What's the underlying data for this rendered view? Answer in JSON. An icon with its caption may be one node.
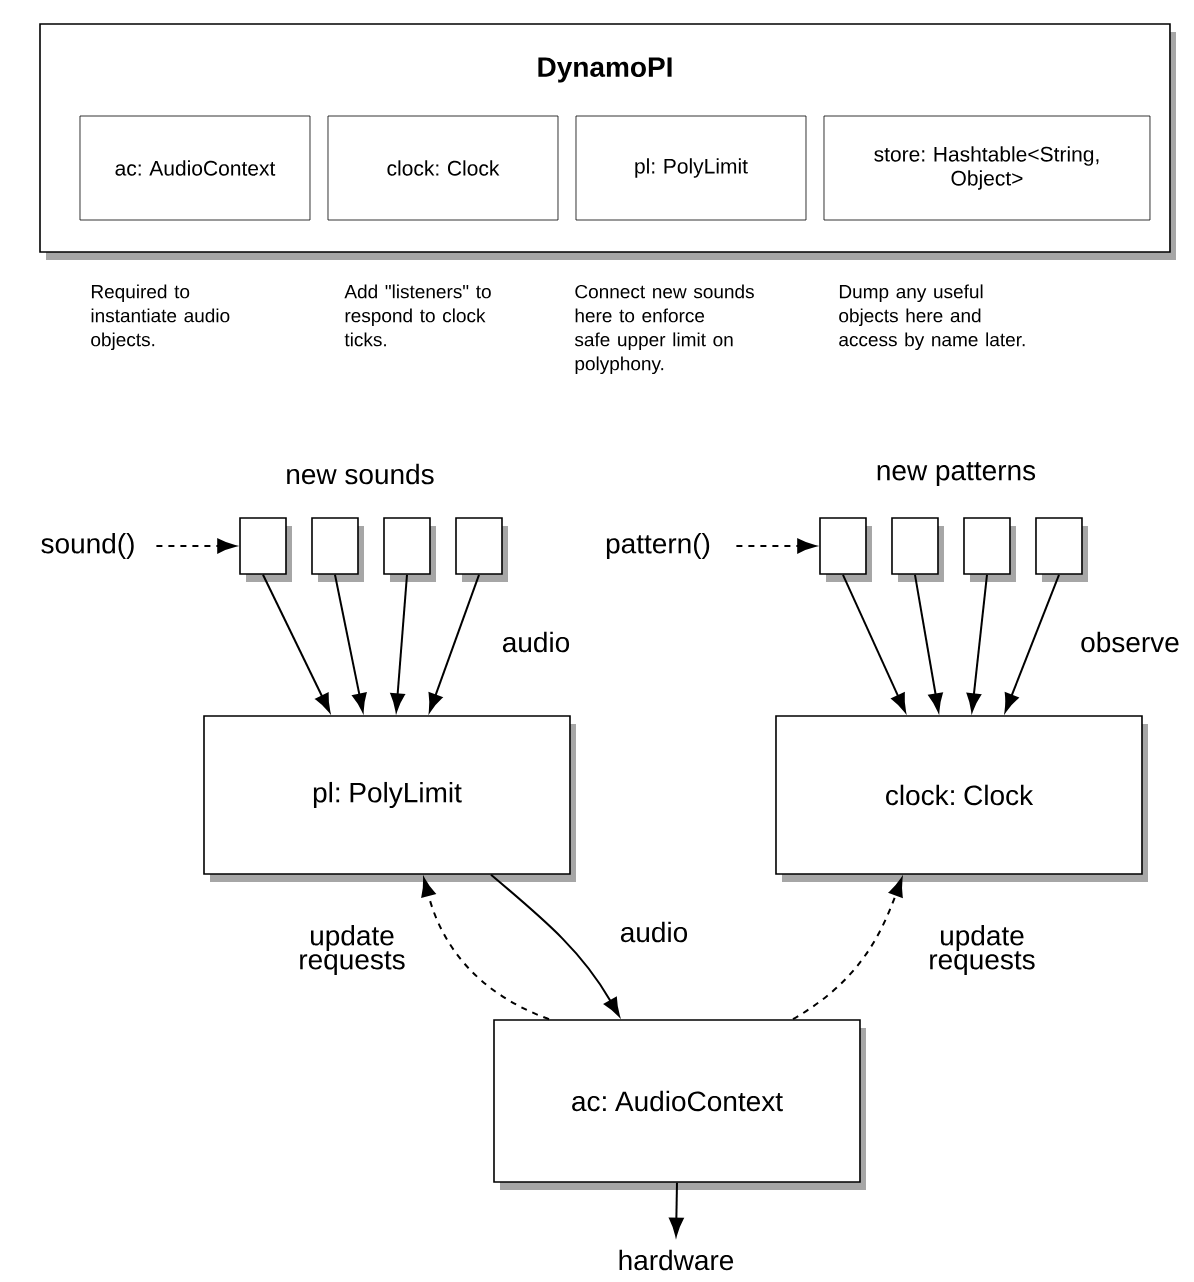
{
  "diagram": {
    "nodes": [
      {
        "text": [
          "DynamoPI"
        ]
      },
      {
        "text": [
          "ac: AudioContext"
        ],
        "in": 0
      },
      {
        "text": [
          "clock: Clock"
        ],
        "in": 0
      },
      {
        "text": [
          "pl: PolyLimit"
        ],
        "in": 0
      },
      {
        "text": [
          "store: Hashtable<String, Object>"
        ],
        "in": 0
      },
      {
        "text": [
          "sound()"
        ]
      },
      {
        "text": [],
        "shape": "box"
      },
      {
        "text": [],
        "shape": "box"
      },
      {
        "text": [],
        "shape": "box"
      },
      {
        "text": [],
        "shape": "box"
      },
      {
        "text": [
          "pattern()"
        ]
      },
      {
        "text": [],
        "shape": "box"
      },
      {
        "text": [],
        "shape": "box"
      },
      {
        "text": [],
        "shape": "box"
      },
      {
        "text": [],
        "shape": "box"
      },
      {
        "text": [
          "pl: PolyLimit"
        ]
      },
      {
        "text": [
          "clock: Clock"
        ]
      },
      {
        "text": [
          "ac: AudioContext"
        ]
      },
      {
        "text": [
          "hardware"
        ]
      }
    ],
    "edges": [
      {
        "from": 5,
        "to": 6,
        "arrow": "to",
        "style": "dashed"
      },
      {
        "from": 6,
        "to": 15,
        "arrow": "to"
      },
      {
        "from": 7,
        "to": 15,
        "arrow": "to"
      },
      {
        "from": 8,
        "to": 15,
        "arrow": "to"
      },
      {
        "from": 9,
        "to": 15,
        "arrow": "to"
      },
      {
        "from": 10,
        "to": 11,
        "arrow": "to",
        "style": "dashed"
      },
      {
        "from": 11,
        "to": 16,
        "arrow": "to"
      },
      {
        "from": 12,
        "to": 16,
        "arrow": "to"
      },
      {
        "from": 13,
        "to": 16,
        "arrow": "to"
      },
      {
        "from": 14,
        "to": 16,
        "arrow": "to"
      },
      {
        "from": 15,
        "to": 17,
        "arrow": "to",
        "label": "audio"
      },
      {
        "from": 17,
        "to": 15,
        "arrow": "to",
        "style": "dashed",
        "label": "update requests"
      },
      {
        "from": 17,
        "to": 16,
        "arrow": "to",
        "style": "dashed",
        "label": "update requests"
      },
      {
        "from": 17,
        "to": 18,
        "arrow": "to"
      }
    ],
    "labels": [
      "Required to instantiate audio objects.",
      "Add \"listeners\" to respond to clock ticks.",
      "Connect new sounds here to enforce safe upper limit on polyphony.",
      "Dump any useful objects here and access by name later.",
      "new sounds",
      "new patterns",
      "audio",
      "observe"
    ]
  }
}
